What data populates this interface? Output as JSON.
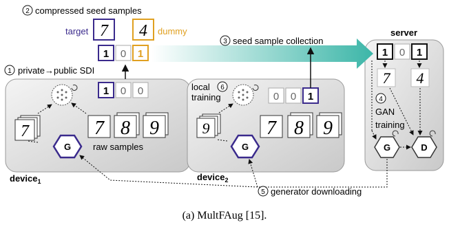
{
  "steps": {
    "s1": {
      "num": "1",
      "label": "private→public SDI"
    },
    "s2": {
      "num": "2",
      "label": "compressed seed samples"
    },
    "s3": {
      "num": "3",
      "label": "seed sample collection"
    },
    "s4": {
      "num": "4",
      "label1": "GAN",
      "label2": "training"
    },
    "s5": {
      "num": "5",
      "label": "generator downloading"
    },
    "s6": {
      "num": "6",
      "label1": "local",
      "label2": "training"
    }
  },
  "legend": {
    "target": "target",
    "dummy": "dummy"
  },
  "vectors": {
    "compressed": [
      "1",
      "0",
      "1"
    ],
    "device1": [
      "1",
      "0",
      "0"
    ],
    "device2": [
      "0",
      "0",
      "1"
    ],
    "server": [
      "1",
      "0",
      "1"
    ]
  },
  "digits": {
    "target": "7",
    "dummy": "4",
    "raw1": [
      "7",
      "8",
      "9"
    ],
    "raw2": [
      "7",
      "8",
      "9"
    ],
    "dev1_card": "7",
    "dev2_card": "9"
  },
  "device1": {
    "name": "device",
    "sub": "1",
    "raw_label": "raw samples",
    "gen": "G"
  },
  "device2": {
    "name": "device",
    "sub": "2",
    "gen": "G"
  },
  "server": {
    "title": "server",
    "gen": "G",
    "disc": "D"
  },
  "caption": "(a) MultFAug [15].",
  "colors": {
    "target": "#3a2a8c",
    "dummy": "#e0a020",
    "arrow": "#3cb6a8"
  }
}
